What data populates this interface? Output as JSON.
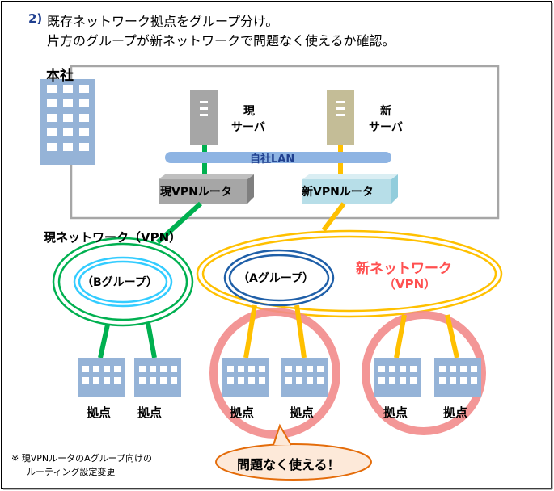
{
  "header": {
    "step_number": "2)",
    "line1": "既存ネットワーク拠点をグループ分け。",
    "line2": "片方のグループが新ネットワークで問題なく使えるか確認。"
  },
  "hq": {
    "label": "本社",
    "current_server_label": [
      "現",
      "サーバ"
    ],
    "new_server_label": [
      "新",
      "サーバ"
    ],
    "lan_label": "自社LAN",
    "current_router_label": "現VPNルータ",
    "new_router_label": "新VPNルータ"
  },
  "current_network": {
    "title": "現ネットワーク（VPN）",
    "group_label": "（Bグループ）",
    "sites": [
      "拠点",
      "拠点"
    ]
  },
  "new_network": {
    "title_line1": "新ネットワーク",
    "title_line2": "（VPN）",
    "group_label": "（Aグループ）",
    "sites_group_a": [
      "拠点",
      "拠点"
    ],
    "sites_other": [
      "拠点",
      "拠点"
    ]
  },
  "callout": "問題なく使える！",
  "footnote": {
    "line1": "※ 現VPNルータのAグループ向けの",
    "line2": "ルーティング設定変更"
  },
  "colors": {
    "frame": "#a6a6a6",
    "building": "#95b3d7",
    "lan": "#8eb4e3",
    "current_link": "#00b050",
    "new_link": "#ffc000",
    "current_server": "#a6a6a6",
    "new_server": "#c4bd97",
    "current_router": "#a6a6a6",
    "new_router": "#b7dee8",
    "group_b_ring": "#33ccff",
    "group_a_ring": "#1f5fa8",
    "highlight_ring": "#f28b8b",
    "new_net_title": "#ff5050",
    "callout_fill": "#fde9d9",
    "callout_stroke": "#e46c0a",
    "step_number": "#1f3f8f"
  }
}
